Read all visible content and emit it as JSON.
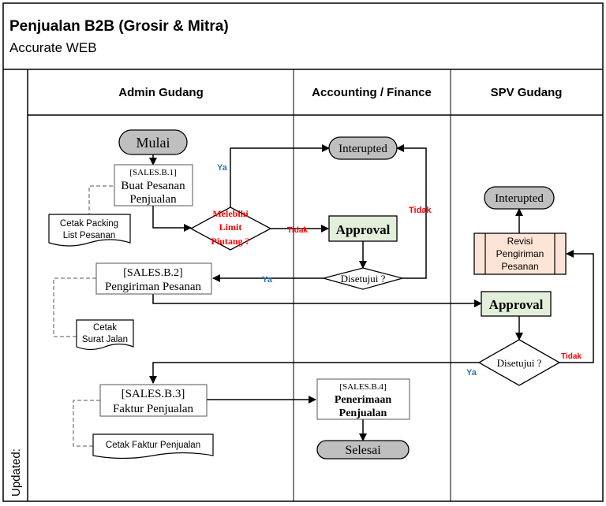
{
  "header": {
    "title": "Penjualan B2B (Grosir & Mitra)",
    "subtitle": "Accurate WEB"
  },
  "side_label": "Updated:",
  "lanes": [
    "Admin Gudang",
    "Accounting / Finance",
    "SPV Gudang"
  ],
  "nodes": {
    "mulai": "Mulai",
    "b1_code": "[SALES.B.1]",
    "b1_line1": "Buat Pesanan",
    "b1_line2": "Penjualan",
    "doc_packing_line1": "Cetak Packing",
    "doc_packing_line2": "List Pesanan",
    "interupted_1": "Interupted",
    "limit_line1": "Melebihi",
    "limit_line2": "Limit",
    "limit_line3": "Piutang ?",
    "approval_1": "Approval",
    "disetujui_1": "Disetujui ?",
    "b2_code": "[SALES.B.2]",
    "b2_label": "Pengiriman Pesanan",
    "doc_jalan_line1": "Cetak",
    "doc_jalan_line2": "Surat Jalan",
    "interupted_2": "Interupted",
    "revisi_line1": "Revisi",
    "revisi_line2": "Pengiriman",
    "revisi_line3": "Pesanan",
    "approval_2": "Approval",
    "disetujui_2": "Disetujui ?",
    "b3_code": "[SALES.B.3]",
    "b3_label": "Faktur Penjualan",
    "doc_faktur": "Cetak Faktur Penjualan",
    "b4_code": "[SALES.B.4]",
    "b4_line1": "Penerimaan",
    "b4_line2": "Penjualan",
    "selesai": "Selesai"
  },
  "edge_labels": {
    "ya_1": "Ya",
    "tidak_1": "Tidak",
    "tidak_2": "Tidak",
    "ya_2": "Ya",
    "tidak_3": "Tidak",
    "ya_3": "Ya"
  },
  "colors": {
    "terminal_fill": "#bfbfbf",
    "approval_fill": "#e2efda",
    "revisi_fill": "#fce4d6",
    "ya_color": "#2e75b6",
    "tidak_color": "#ff0000",
    "limit_text_color": "#ff0000"
  }
}
